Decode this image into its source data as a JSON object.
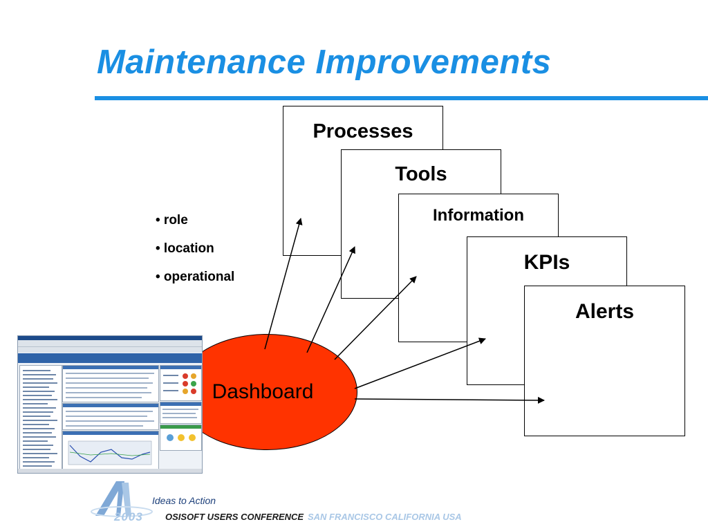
{
  "slide": {
    "title": "Maintenance Improvements"
  },
  "boxes": [
    {
      "label": "Processes"
    },
    {
      "label": "Tools"
    },
    {
      "label": "Information"
    },
    {
      "label": "KPIs"
    },
    {
      "label": "Alerts"
    }
  ],
  "bullets": [
    "• role",
    "• location",
    "• operational"
  ],
  "center": {
    "label": "Dashboard"
  },
  "footer": {
    "tagline": "Ideas to Action",
    "year": "2003",
    "conference": "OSISOFT USERS CONFERENCE",
    "location": "SAN FRANCISCO CALIFORNIA USA"
  },
  "colors": {
    "title": "#1a8fe3",
    "dashboard_fill": "#ff3300",
    "accent_light": "#a9c7e6"
  },
  "icons": {
    "dashboard_screenshot": "dashboard-screenshot-thumbnail",
    "conference_logo": "osisoft-conference-logo"
  }
}
